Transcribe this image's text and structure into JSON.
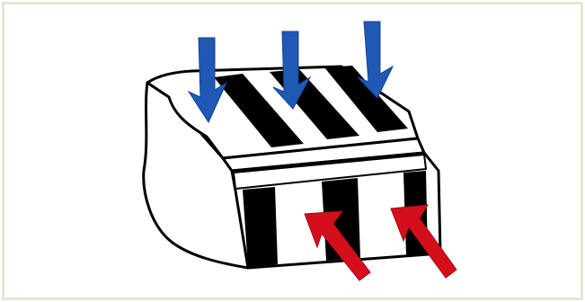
{
  "figure": {
    "frame_color": "#e4e7d2",
    "block_fill": "#ffffff",
    "outline_color": "#000000",
    "stripe_color": "#000000",
    "top_arrow_color": "#1f58b5",
    "front_arrow_color": "#d40f1b",
    "top_arrow_count": 3,
    "front_arrow_count": 2,
    "top_stripe_count": 3,
    "front_stripe_count": 3
  }
}
